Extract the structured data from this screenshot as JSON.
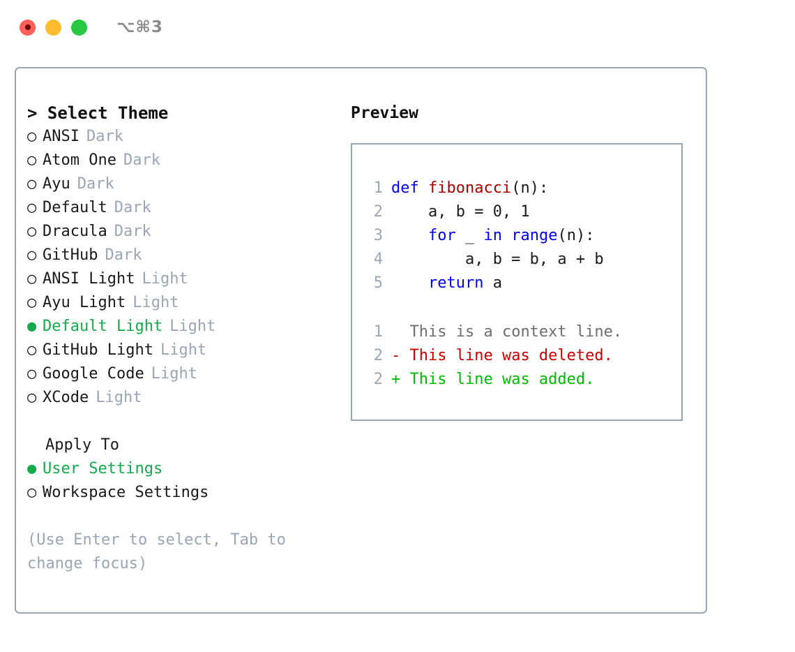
{
  "titlebar": {
    "shortcut": "⌥⌘3",
    "buttons": {
      "close": "close",
      "minimize": "minimize",
      "maximize": "maximize"
    }
  },
  "left": {
    "heading": "> Select Theme",
    "themes": [
      {
        "bullet": "○",
        "name": "ANSI",
        "tag": "Dark",
        "selected": false
      },
      {
        "bullet": "○",
        "name": "Atom One",
        "tag": "Dark",
        "selected": false
      },
      {
        "bullet": "○",
        "name": "Ayu",
        "tag": "Dark",
        "selected": false
      },
      {
        "bullet": "○",
        "name": "Default",
        "tag": "Dark",
        "selected": false
      },
      {
        "bullet": "○",
        "name": "Dracula",
        "tag": "Dark",
        "selected": false
      },
      {
        "bullet": "○",
        "name": "GitHub",
        "tag": "Dark",
        "selected": false
      },
      {
        "bullet": "○",
        "name": "ANSI Light",
        "tag": "Light",
        "selected": false
      },
      {
        "bullet": "○",
        "name": "Ayu Light",
        "tag": "Light",
        "selected": false
      },
      {
        "bullet": "●",
        "name": "Default Light",
        "tag": "Light",
        "selected": true
      },
      {
        "bullet": "○",
        "name": "GitHub Light",
        "tag": "Light",
        "selected": false
      },
      {
        "bullet": "○",
        "name": "Google Code",
        "tag": "Light",
        "selected": false
      },
      {
        "bullet": "○",
        "name": "XCode",
        "tag": "Light",
        "selected": false
      }
    ],
    "apply_to": {
      "heading": "Apply To",
      "options": [
        {
          "bullet": "●",
          "name": "User Settings",
          "selected": true
        },
        {
          "bullet": "○",
          "name": "Workspace Settings",
          "selected": false
        }
      ]
    },
    "hint": "(Use Enter to select, Tab to change focus)"
  },
  "right": {
    "preview_title": "Preview",
    "code": {
      "lines": [
        {
          "no": "1",
          "tokens": [
            {
              "t": "def ",
              "c": "kw"
            },
            {
              "t": "fibonacci",
              "c": "fn"
            },
            {
              "t": "(n):",
              "c": "pl"
            }
          ]
        },
        {
          "no": "2",
          "tokens": [
            {
              "t": "    a, b = 0, 1",
              "c": "pl"
            }
          ]
        },
        {
          "no": "3",
          "tokens": [
            {
              "t": "    ",
              "c": "pl"
            },
            {
              "t": "for",
              "c": "kw"
            },
            {
              "t": " _ ",
              "c": "pl"
            },
            {
              "t": "in",
              "c": "kw"
            },
            {
              "t": " ",
              "c": "pl"
            },
            {
              "t": "range",
              "c": "bi"
            },
            {
              "t": "(n):",
              "c": "pl"
            }
          ]
        },
        {
          "no": "4",
          "tokens": [
            {
              "t": "        a, b = b, a + b",
              "c": "pl"
            }
          ]
        },
        {
          "no": "5",
          "tokens": [
            {
              "t": "    ",
              "c": "pl"
            },
            {
              "t": "return",
              "c": "kw"
            },
            {
              "t": " a",
              "c": "pl"
            }
          ]
        }
      ]
    },
    "diff": {
      "lines": [
        {
          "no": "1",
          "marker": "  ",
          "text": "This is a context line.",
          "kind": "ctx"
        },
        {
          "no": "2",
          "marker": "- ",
          "text": "This line was deleted.",
          "kind": "del"
        },
        {
          "no": "2",
          "marker": "+ ",
          "text": "This line was added.",
          "kind": "add"
        }
      ]
    }
  },
  "colors": {
    "accent_green": "#15ab4b",
    "muted_gray": "#9aa5b5",
    "border": "#9aa5b5",
    "keyword_blue": "#0000ff",
    "function_red": "#aa0000",
    "diff_delete": "#cc0000",
    "diff_add": "#00bb00",
    "text": "#1a1a1a"
  }
}
